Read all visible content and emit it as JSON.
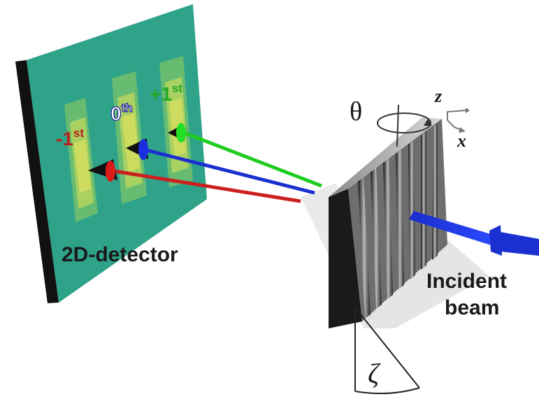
{
  "labels": {
    "order_minus1": "-1",
    "order_minus1_sup": "st",
    "order_zero": "0",
    "order_zero_sup": "th",
    "order_plus1": "+1",
    "order_plus1_sup": "st",
    "detector": "2D-detector",
    "incident_line1": "Incident",
    "incident_line2": "beam",
    "theta": "θ",
    "axis_z": "z",
    "axis_x": "x",
    "zeta": "ζ"
  },
  "colors": {
    "detector_face": "#2fa38a",
    "detector_edge": "#111111",
    "spot_yellow": "#dfe35a",
    "beam_minus1": "#cc1f1f",
    "beam_zero": "#1a2fd0",
    "beam_plus1": "#1fcc1f",
    "label_minus1": "#b8201c",
    "label_zero": "#1a1a9a",
    "label_plus1": "#22a822",
    "incident_beam": "#1530d8",
    "grating_body": "#222222",
    "text_dark": "#1a1a1a"
  }
}
